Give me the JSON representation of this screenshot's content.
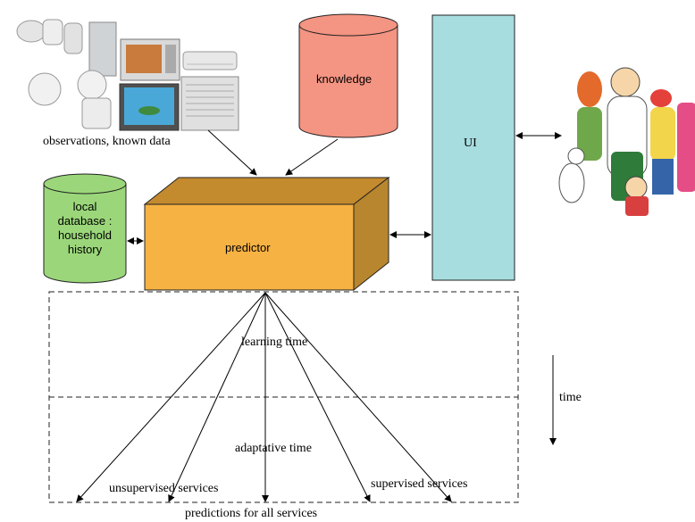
{
  "labels": {
    "knowledge": "knowledge",
    "ui": "UI",
    "predictor": "predictor",
    "local_db_line1": "local",
    "local_db_line2": "database :",
    "local_db_line3": "household",
    "local_db_line4": "history",
    "observations": "observations, known data",
    "learning_time": "learning time",
    "adaptative_time": "adaptative time",
    "time": "time",
    "unsupervised": "unsupervised services",
    "supervised": "supervised services",
    "predictions": "predictions for all services"
  },
  "colors": {
    "knowledge_fill": "#f49482",
    "ui_fill": "#a8dde0",
    "predictor_front": "#f7b244",
    "predictor_top": "#c48a2e",
    "predictor_side": "#b8862e",
    "local_db_fill": "#9bd77a",
    "stroke": "#222222"
  },
  "icons": {
    "appliances": "home-appliances-photo-icon",
    "family": "cartoon-family-icon"
  }
}
